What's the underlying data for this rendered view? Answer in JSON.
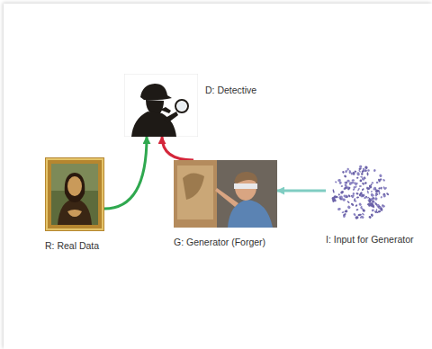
{
  "diagram": {
    "nodes": [
      {
        "text": [
          "D: Detective"
        ]
      },
      {
        "text": [
          "R: Real Data"
        ]
      },
      {
        "text": [
          "G: Generator (Forger)"
        ]
      },
      {
        "text": [
          "I: Input for Generator"
        ]
      }
    ],
    "edges": [
      {
        "from": 1,
        "to": 0,
        "arrow": "to"
      },
      {
        "from": 2,
        "to": 0,
        "arrow": "to"
      },
      {
        "from": 3,
        "to": 2,
        "arrow": "to"
      }
    ]
  }
}
